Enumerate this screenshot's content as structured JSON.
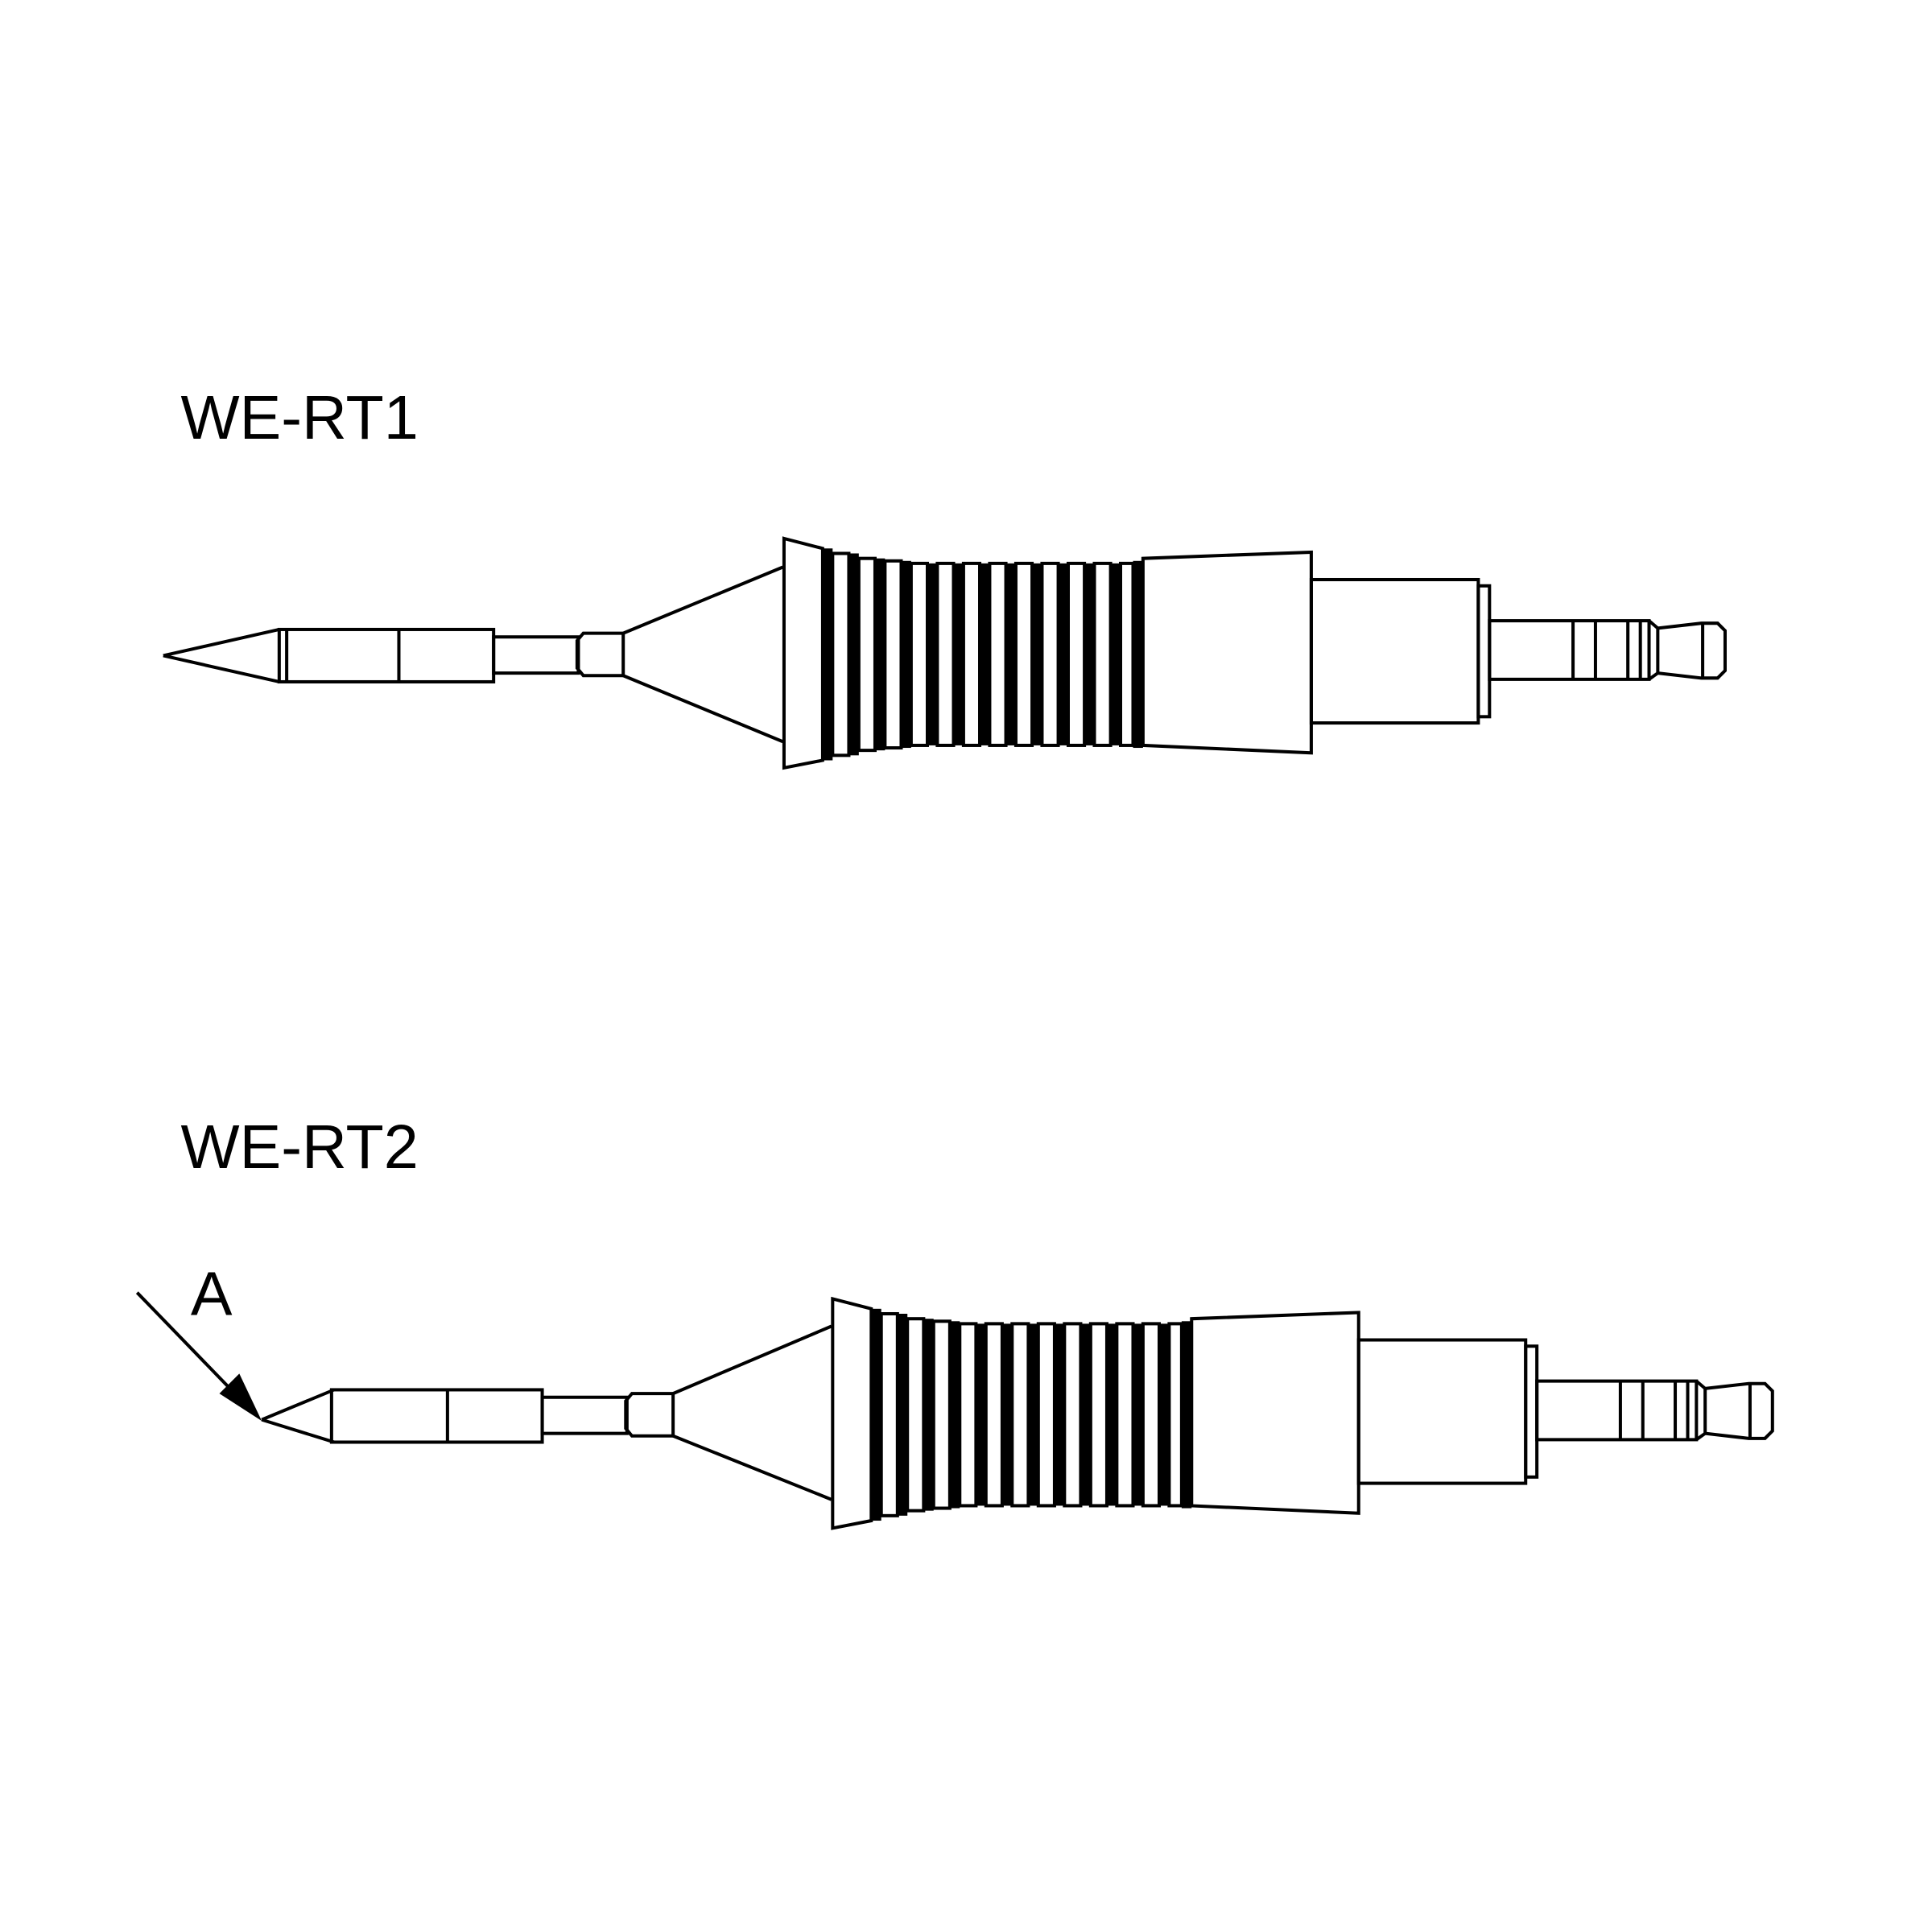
{
  "drawing": {
    "background": "#ffffff",
    "line_color": "#000000",
    "tips": [
      {
        "label": "WE-RT1",
        "angled": false
      },
      {
        "label": "WE-RT2",
        "angled": true
      }
    ],
    "annotation": {
      "label": "A",
      "points_to": "WE-RT2 bent tip"
    }
  }
}
